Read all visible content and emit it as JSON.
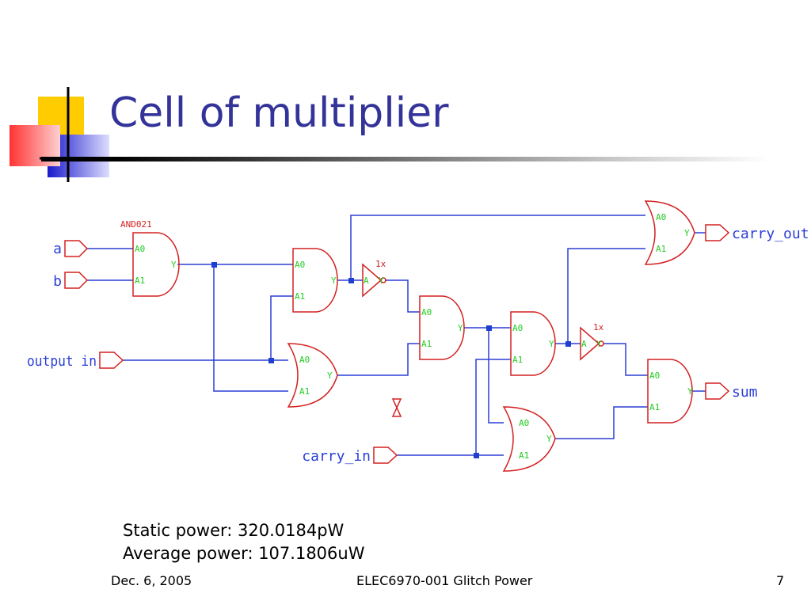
{
  "slide": {
    "title": "Cell of multiplier",
    "stats": {
      "static_power": "Static power: 320.0184pW",
      "average_power": "Average power: 107.1806uW"
    },
    "footer": {
      "date": "Dec. 6, 2005",
      "course": "ELEC6970-001 Glitch Power",
      "page": "7"
    }
  },
  "schematic": {
    "cell_name": "AND021",
    "ports": {
      "a": "a",
      "b": "b",
      "output_in": "output in",
      "carry_in": "carry_in",
      "carry_out": "carry_out",
      "sum": "sum"
    },
    "pins": {
      "a0": "A0",
      "a1": "A1",
      "y": "Y",
      "a": "A"
    },
    "buffer_label": "1x",
    "colors": {
      "wire": "#2b3fd6",
      "gate": "#d32020",
      "pin": "#22cc22",
      "junction": "#1f3fd0",
      "title": "#333399"
    }
  }
}
